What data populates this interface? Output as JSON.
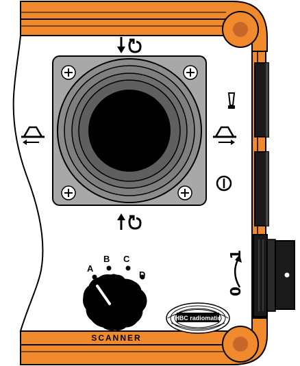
{
  "device": {
    "brand": "HBC radiomatic",
    "colors": {
      "housing_orange": "#f08a2c",
      "bolt_brown": "#c7672a",
      "joystick_plate": "#a8a8a8",
      "black": "#000000",
      "white": "#ffffff"
    }
  },
  "joystick": {
    "top_arrow_icon": "down-arrow-rotate-icon",
    "bottom_arrow_icon": "up-arrow-rotate-icon",
    "left_icon": "trolley-left-icon",
    "right_icon": "trolley-right-icon",
    "screw_icon": "plus-screw-icon"
  },
  "scanner": {
    "label": "SCANNER",
    "positions": [
      "A",
      "B",
      "C",
      "D"
    ],
    "selected": "A"
  },
  "side_controls": {
    "horn_icon": "horn-icon",
    "power_icon": "power-on-icon",
    "key_switch": {
      "off_label": "0",
      "on_label": "1",
      "icon": "rotate-arrow-icon"
    }
  }
}
